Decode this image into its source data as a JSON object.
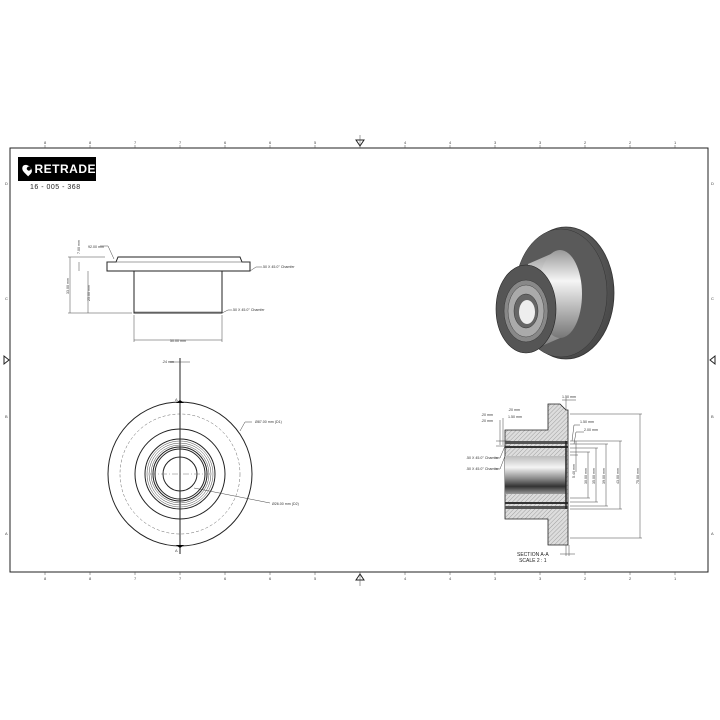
{
  "logo": {
    "text": "RETRADE",
    "icon": "map-pin-icon"
  },
  "part_number": "16 - 005 - 368",
  "frame": {
    "column_labels": [
      "8",
      "8",
      "7",
      "7",
      "6",
      "6",
      "5",
      "4",
      "4",
      "3",
      "3",
      "2",
      "2",
      "1",
      "1"
    ],
    "row_labels": [
      "D",
      "C",
      "B",
      "A"
    ]
  },
  "side_view": {
    "dims": {
      "flange_thickness": "7.00 mm",
      "top_width": "92.00 mm",
      "overall_height": "33.00 mm",
      "hub_height": "25.00 mm",
      "hub_width": "50.00 mm"
    },
    "chamfer_top": ".50 X 45.0° Chamfer",
    "chamfer_bottom": ".50 X 45.0° Chamfer"
  },
  "front_view": {
    "top_dim": ".24 mm",
    "section_mark": "A",
    "d1": "Ø87.00 mm (D1)",
    "d2": "Ø26.00 mm (D2)"
  },
  "section_view": {
    "dims": {
      "top": "1.50 mm",
      "a": ".20 mm",
      "b": ".20 mm",
      "c": ".20 mm",
      "d": "1.50 mm",
      "e": "1.50 mm",
      "f": "2.00 mm",
      "g": "5.40 mm",
      "h": "30.00 mm",
      "i": "35.00 mm",
      "j": "39.00 mm",
      "k": "43.00 mm",
      "l": "75.00 mm"
    },
    "chamfer_1": ".50 X 45.0° Chamfer",
    "chamfer_2": ".50 X 45.0° Chamfer",
    "title": "SECTION A-A",
    "scale": "SCALE 2 : 1"
  }
}
